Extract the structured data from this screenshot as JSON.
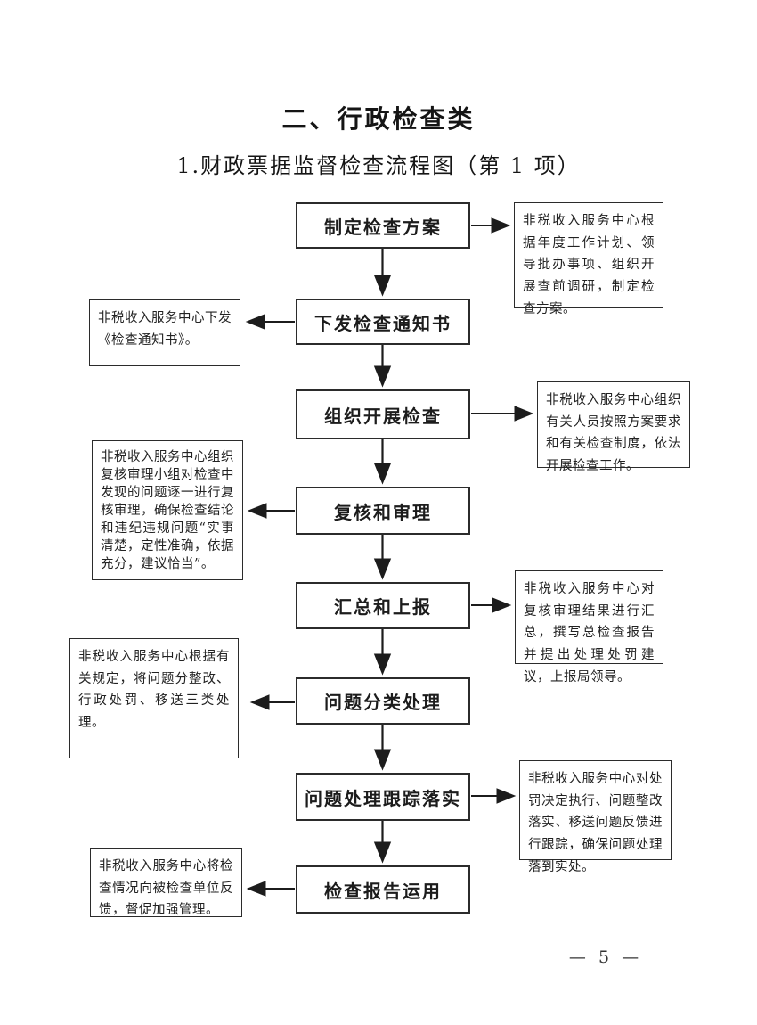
{
  "page": {
    "section_title": "二、行政检查类",
    "chart_title": "1.财政票据监督检查流程图（第 1 项）",
    "page_number": "— 5 —"
  },
  "flow": {
    "steps": [
      {
        "label": "制定检查方案",
        "note": "非税收入服务中心根据年度工作计划、领导批办事项、组织开展查前调研，制定检查方案。",
        "note_side": "right"
      },
      {
        "label": "下发检查通知书",
        "note": "非税收入服务中心下发《检查通知书》。",
        "note_side": "left"
      },
      {
        "label": "组织开展检查",
        "note": "非税收入服务中心组织有关人员按照方案要求和有关检查制度，依法开展检查工作。",
        "note_side": "right"
      },
      {
        "label": "复核和审理",
        "note": "非税收入服务中心组织复核审理小组对检查中发现的问题逐一进行复核审理，确保检查结论和违纪违规问题“实事清楚，定性准确，依据充分，建议恰当”。",
        "note_side": "left"
      },
      {
        "label": "汇总和上报",
        "note": "非税收入服务中心对复核审理结果进行汇总，撰写总检查报告并提出处理处罚建议，上报局领导。",
        "note_side": "right"
      },
      {
        "label": "问题分类处理",
        "note": "非税收入服务中心根据有关规定，将问题分整改、行政处罚、移送三类处理。",
        "note_side": "left"
      },
      {
        "label": "问题处理跟踪落实",
        "note": "非税收入服务中心对处罚决定执行、问题整改落实、移送问题反馈进行跟踪，确保问题处理落到实处。",
        "note_side": "right"
      },
      {
        "label": "检查报告运用",
        "note": "非税收入服务中心将检查情况向被检查单位反馈，督促加强管理。",
        "note_side": "left"
      }
    ]
  }
}
